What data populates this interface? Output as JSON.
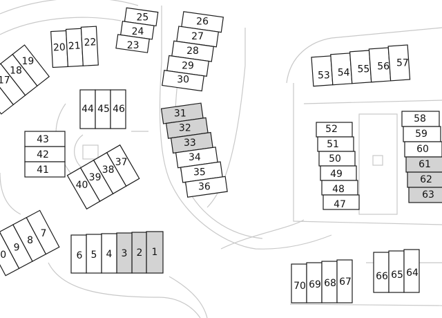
{
  "colors": {
    "unit_fill": "#ffffff",
    "unit_fill_highlight": "#d3d3d3",
    "unit_stroke": "#1a1a1a",
    "road_stroke": "#c8c8c8",
    "background": "#ffffff"
  },
  "highlighted_units": [
    "1",
    "2",
    "3",
    "31",
    "32",
    "33",
    "61",
    "62",
    "63"
  ],
  "unit_labels": {
    "u1": "1",
    "u2": "2",
    "u3": "3",
    "u4": "4",
    "u5": "5",
    "u6": "6",
    "u7": "7",
    "u8": "8",
    "u9": "9",
    "u10": "0",
    "u17": "17",
    "u18": "18",
    "u19": "19",
    "u16": "6",
    "u20": "20",
    "u21": "21",
    "u22": "22",
    "u23": "23",
    "u24": "24",
    "u25": "25",
    "u26": "26",
    "u27": "27",
    "u28": "28",
    "u29": "29",
    "u30": "30",
    "u31": "31",
    "u32": "32",
    "u33": "33",
    "u34": "34",
    "u35": "35",
    "u36": "36",
    "u37": "37",
    "u38": "38",
    "u39": "39",
    "u40": "40",
    "u41": "41",
    "u42": "42",
    "u43": "43",
    "u44": "44",
    "u45": "45",
    "u46": "46",
    "u47": "47",
    "u48": "48",
    "u49": "49",
    "u50": "50",
    "u51": "51",
    "u52": "52",
    "u53": "53",
    "u54": "54",
    "u55": "55",
    "u56": "56",
    "u57": "57",
    "u58": "58",
    "u59": "59",
    "u60": "60",
    "u61": "61",
    "u62": "62",
    "u63": "63",
    "u64": "64",
    "u65": "65",
    "u66": "66",
    "u67": "67",
    "u68": "68",
    "u69": "69",
    "u70": "70"
  }
}
